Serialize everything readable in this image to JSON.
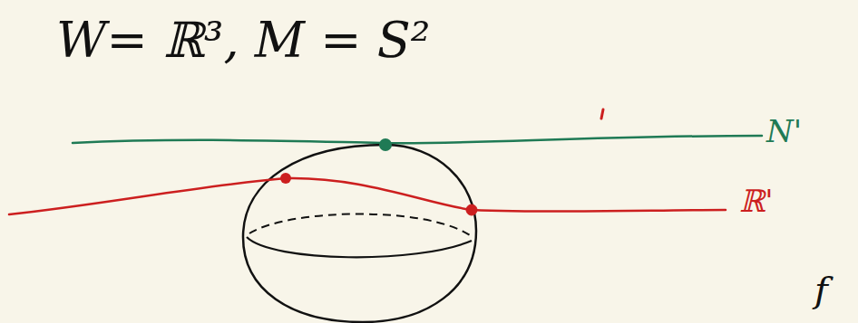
{
  "diagram": {
    "labels": [
      "W= ℝ³, M = S²",
      "N'",
      "ℝ'",
      "f"
    ]
  }
}
